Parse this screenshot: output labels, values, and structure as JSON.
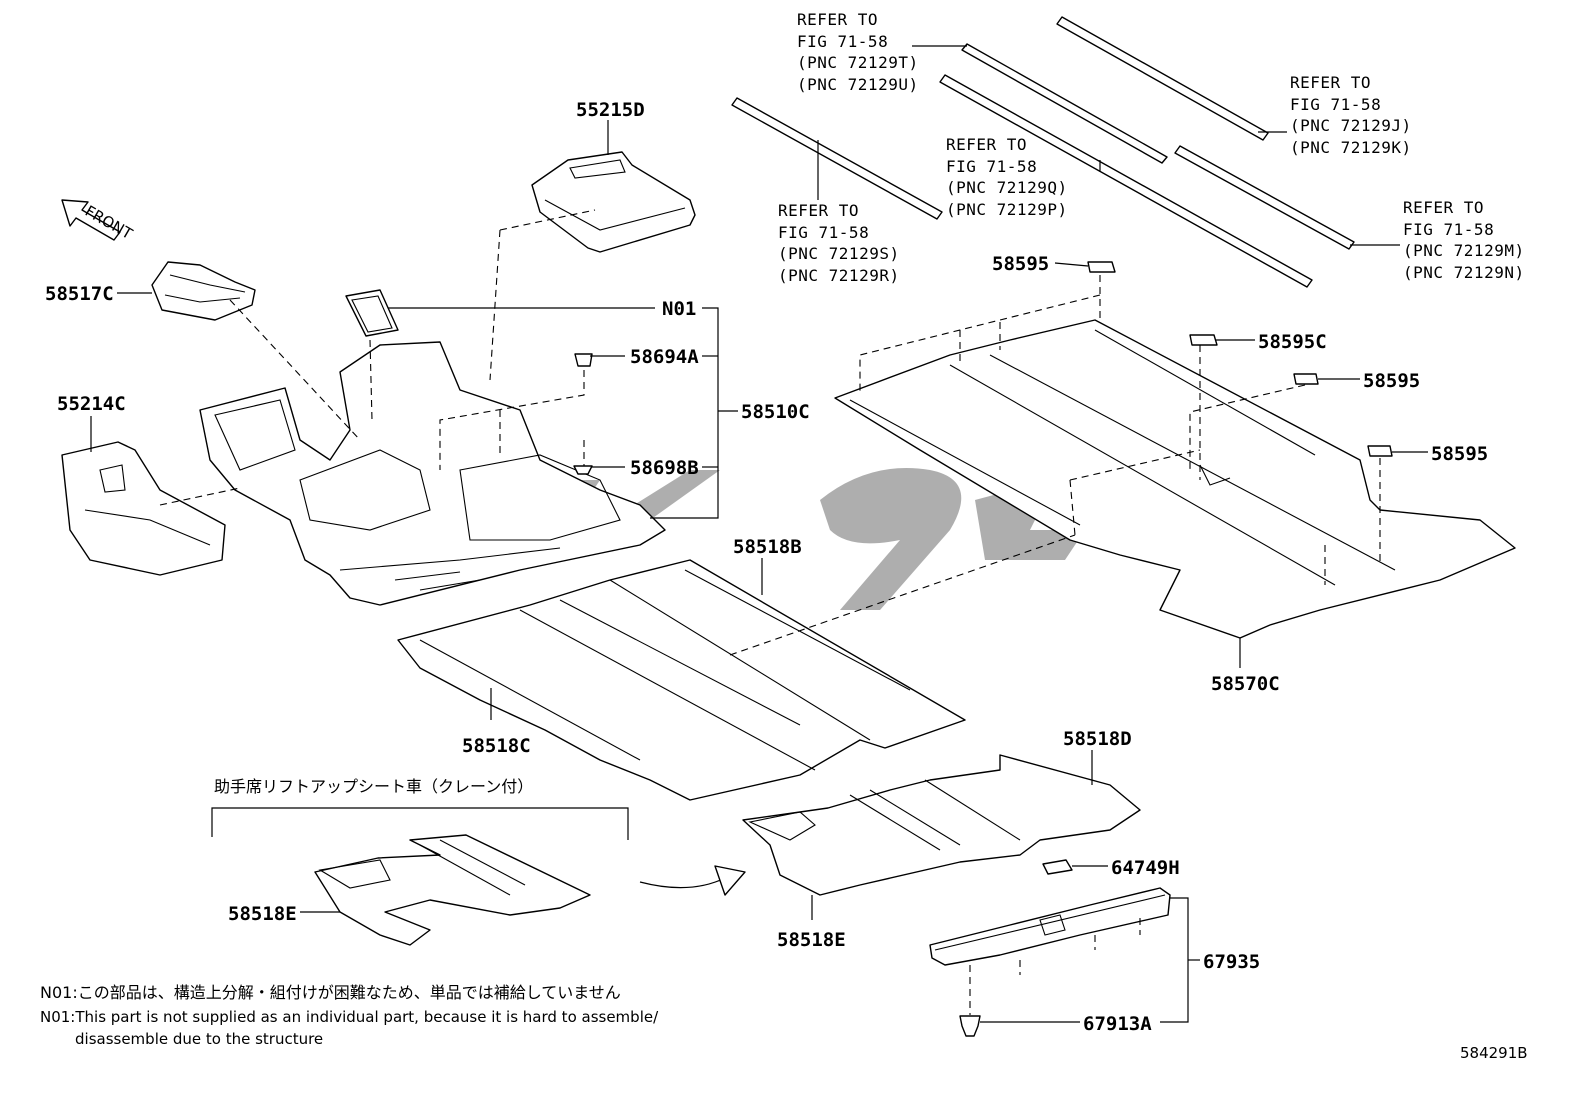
{
  "labels": {
    "p55215D": "55215D",
    "p58517C": "58517C",
    "p55214C": "55214C",
    "pN01": "N01",
    "p58694A": "58694A",
    "p58510C": "58510C",
    "p58698B": "58698B",
    "p58518B": "58518B",
    "p58518C": "58518C",
    "p58518D": "58518D",
    "p58518E_left": "58518E",
    "p58518E_right": "58518E",
    "p58570C": "58570C",
    "p58595_a": "58595",
    "p58595C": "58595C",
    "p58595_b": "58595",
    "p58595_c": "58595",
    "p64749H": "64749H",
    "p67935": "67935",
    "p67913A": "67913A"
  },
  "references": {
    "ref_TU": [
      "REFER TO",
      "FIG 71-58",
      "(PNC 72129T)",
      "(PNC 72129U)"
    ],
    "ref_SR": [
      "REFER TO",
      "FIG 71-58",
      "(PNC 72129S)",
      "(PNC 72129R)"
    ],
    "ref_QP": [
      "REFER TO",
      "FIG 71-58",
      "(PNC 72129Q)",
      "(PNC 72129P)"
    ],
    "ref_JK": [
      "REFER TO",
      "FIG 71-58",
      "(PNC 72129J)",
      "(PNC 72129K)"
    ],
    "ref_MN": [
      "REFER TO",
      "FIG 71-58",
      "(PNC 72129M)",
      "(PNC 72129N)"
    ]
  },
  "front_label": "FRONT",
  "variant_caption": "助手席リフトアップシート車（クレーン付）",
  "notes": {
    "n01_jp": "N01:この部品は、構造上分解・組付けが困難なため、単品では補給していません",
    "n01_en_line1": "N01:This part is not supplied as an individual part, because it is hard to assemble/",
    "n01_en_line2": "disassemble due to the structure"
  },
  "diagram_id": "584291B"
}
